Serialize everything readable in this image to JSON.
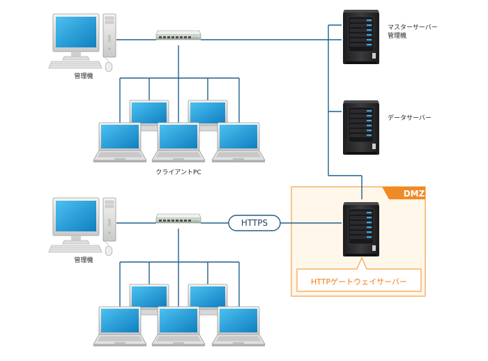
{
  "colors": {
    "cable": "#1f5f8b",
    "dmz_border": "#f5a04a",
    "dmz_fill": "#fff7ea",
    "dmz_badge": "#f08a24",
    "dmz_badge_text": "#ffffff",
    "gateway_text": "#f07a1a",
    "screen": "#1a9ad6",
    "server_body": "#2e2e30",
    "server_led": "#3fa9e6"
  },
  "diagram": {
    "segments": [
      {
        "name": "internal-network-top",
        "admin_label": "管理機",
        "clients_label": "クライアントPC"
      },
      {
        "name": "internal-network-bottom",
        "admin_label": "管理機",
        "clients_label": ""
      }
    ],
    "servers": [
      {
        "name": "master-server",
        "label_lines": [
          "マスターサーバー",
          "管理機"
        ]
      },
      {
        "name": "data-server",
        "label_lines": [
          "データサーバー"
        ]
      },
      {
        "name": "http-gateway-server",
        "label_lines": []
      }
    ],
    "connection_label": "HTTPS",
    "dmz": {
      "badge": "DMZ",
      "gateway_label": "HTTPゲートウェイサーバー"
    }
  }
}
